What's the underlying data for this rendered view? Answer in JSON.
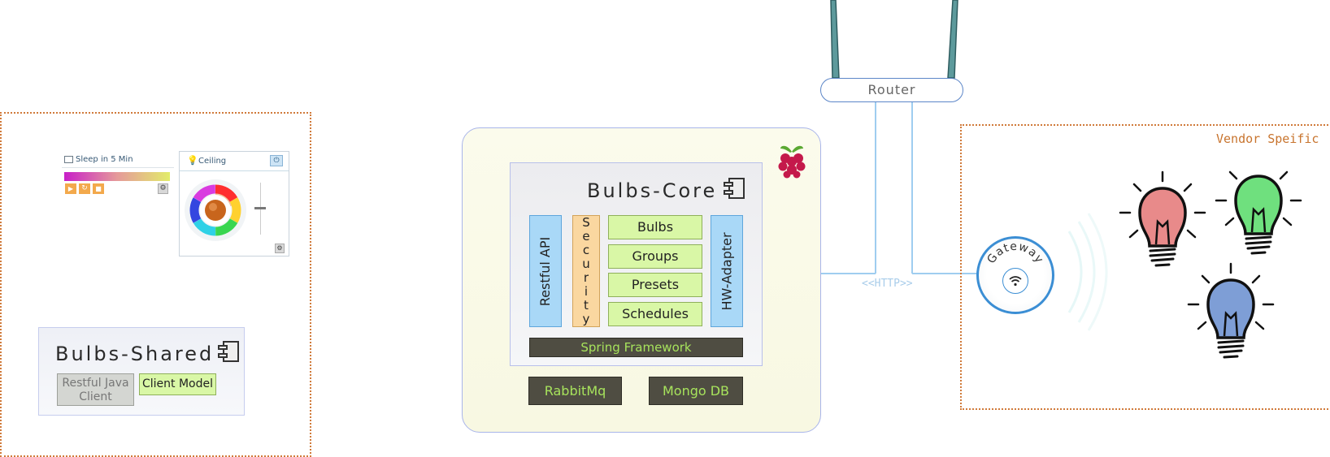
{
  "widgets": {
    "sleep": {
      "title": "Sleep in 5 Min",
      "controls": [
        "play-icon",
        "refresh-icon",
        "stop-icon"
      ],
      "settings_icon": "gear-icon"
    },
    "ceiling": {
      "title": "Ceiling",
      "power_icon": "power-icon",
      "settings_icon": "gear-icon"
    }
  },
  "shared": {
    "title": "Bulbs-Shared",
    "restful_client": [
      "Restful Java",
      "Client"
    ],
    "client_model": "Client Model"
  },
  "core": {
    "title": "Bulbs-Core",
    "restful_api": "Restful API",
    "security": [
      "S",
      "e",
      "c",
      "u",
      "r",
      "i",
      "t",
      "y"
    ],
    "modules": [
      "Bulbs",
      "Groups",
      "Presets",
      "Schedules"
    ],
    "hw_adapter": "HW-Adapter",
    "framework": "Spring Framework",
    "infra": [
      "RabbitMq",
      "Mongo DB"
    ]
  },
  "network": {
    "router": "Router",
    "protocol": "<<HTTP>>",
    "gateway": "Gateway"
  },
  "vendor": {
    "label": "Vendor Speific",
    "bulb_colors": [
      "#e88a8a",
      "#6fe07e",
      "#7e9ed6"
    ]
  },
  "colors": {
    "green_text": "#a7e35c",
    "box_blue": "#a9d8f7",
    "box_orange": "#fad7a0",
    "box_green": "#d9f7a6",
    "dotted_border": "#d07a3a"
  }
}
